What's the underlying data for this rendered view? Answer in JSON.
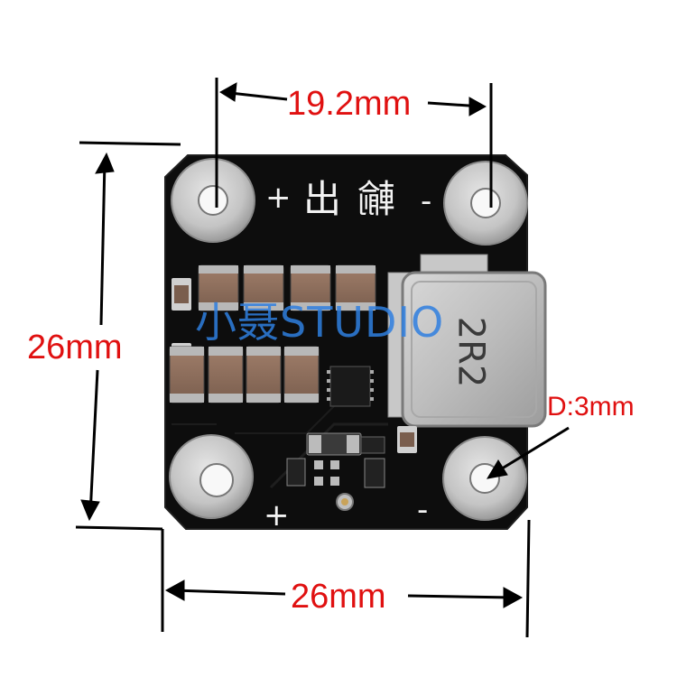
{
  "dimensions": {
    "top_width": "19.2mm",
    "height": "26mm",
    "bottom_width": "26mm",
    "hole_diameter": "D:3mm"
  },
  "silkscreen": {
    "top_plus": "+",
    "top_chinese": "出",
    "top_chinese_2": "輸",
    "top_minus": "-",
    "bottom_plus": "+",
    "bottom_minus": "-"
  },
  "inductor_marking": "2R2",
  "watermark": "小聂STUDIO",
  "colors": {
    "annotation": "#e01010",
    "pcb": "#0d0d0d",
    "pad": "#cfcfcf",
    "watermark": "#2f7fe0"
  }
}
